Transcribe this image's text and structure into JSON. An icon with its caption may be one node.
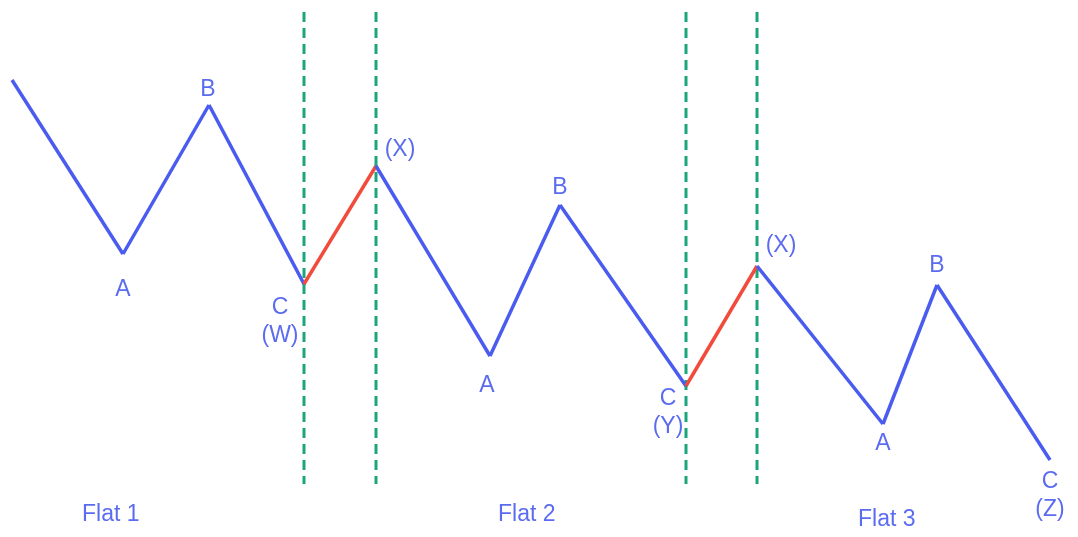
{
  "diagram": {
    "nodes": [
      {
        "text": [
          "A"
        ]
      },
      {
        "text": [
          "B"
        ]
      },
      {
        "text": [
          "C (W)"
        ]
      },
      {
        "text": [
          "(X)"
        ]
      },
      {
        "text": [
          "A"
        ]
      },
      {
        "text": [
          "B"
        ]
      },
      {
        "text": [
          "C (Y)"
        ]
      },
      {
        "text": [
          "(X)"
        ]
      },
      {
        "text": [
          "A"
        ]
      },
      {
        "text": [
          "B"
        ]
      },
      {
        "text": [
          "C (Z)"
        ]
      }
    ],
    "edges": [
      {
        "from": null,
        "to": 0,
        "arrow": "none"
      },
      {
        "from": 0,
        "to": 1,
        "arrow": "none"
      },
      {
        "from": 1,
        "to": 2,
        "arrow": "none"
      },
      {
        "from": 2,
        "to": 3,
        "arrow": "none",
        "color": "#f24b3c"
      },
      {
        "from": 3,
        "to": 4,
        "arrow": "none"
      },
      {
        "from": 4,
        "to": 5,
        "arrow": "none"
      },
      {
        "from": 5,
        "to": 6,
        "arrow": "none"
      },
      {
        "from": 6,
        "to": 7,
        "arrow": "none",
        "color": "#f24b3c"
      },
      {
        "from": 7,
        "to": 8,
        "arrow": "none"
      },
      {
        "from": 8,
        "to": 9,
        "arrow": "none"
      },
      {
        "from": 9,
        "to": 10,
        "arrow": "none"
      }
    ],
    "labels": [
      "Flat 1",
      "Flat 2",
      "Flat 3"
    ]
  }
}
